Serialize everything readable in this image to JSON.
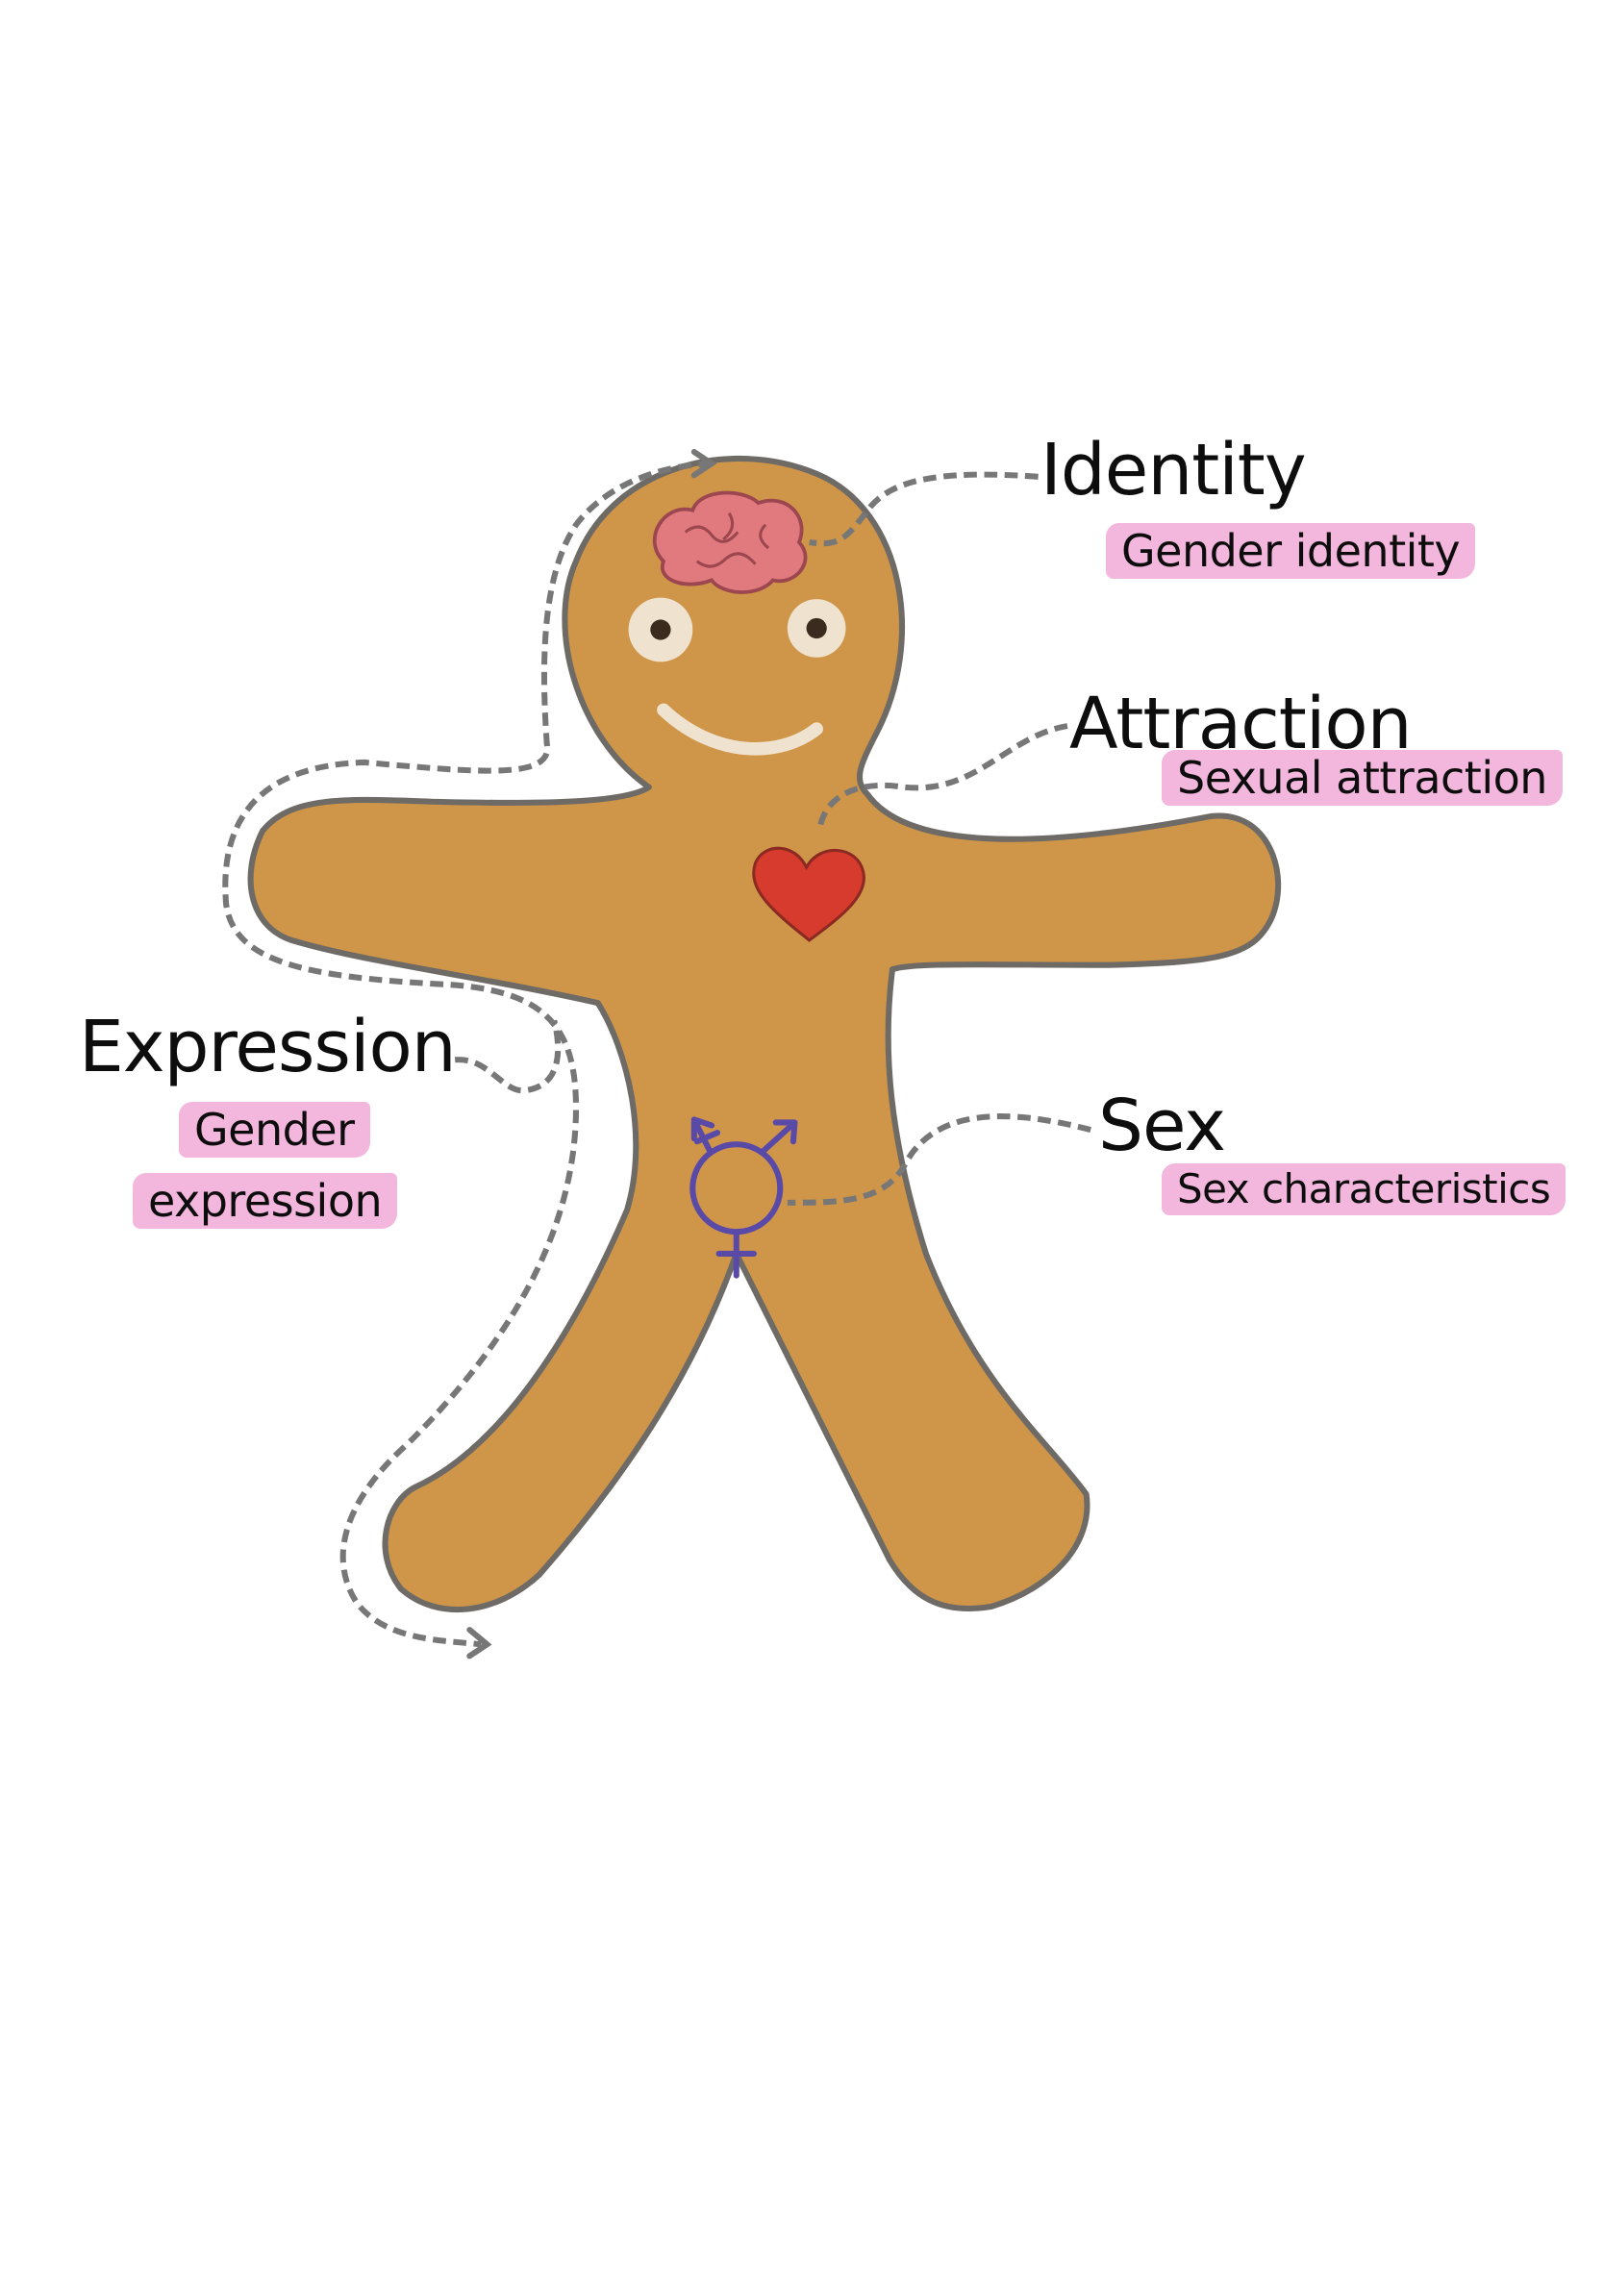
{
  "colors": {
    "body": "#cf9549",
    "outline": "#6e6a66",
    "highlight": "#f3b6dc",
    "heart": "#d63b2d",
    "brain": "#e07a7e",
    "symbol": "#5a4aa8",
    "arrow": "#777777"
  },
  "labels": {
    "identity": {
      "title": "Identity",
      "sub": "Gender identity"
    },
    "attraction": {
      "title": "Attraction",
      "sub": "Sexual attraction"
    },
    "expression": {
      "title": "Expression",
      "sub_line1": "Gender",
      "sub_line2": "expression"
    },
    "sex": {
      "title": "Sex",
      "sub": "Sex characteristics"
    }
  },
  "icons": [
    "brain-icon",
    "heart-icon",
    "transgender-symbol-icon"
  ]
}
